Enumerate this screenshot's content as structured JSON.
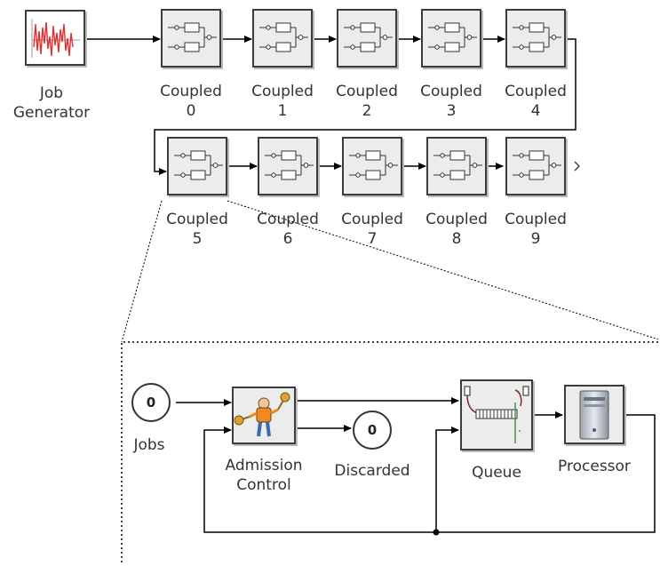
{
  "generator": {
    "label_line1": "Job",
    "label_line2": "Generator"
  },
  "coupled_blocks": [
    {
      "name": "Coupled",
      "index": "0"
    },
    {
      "name": "Coupled",
      "index": "1"
    },
    {
      "name": "Coupled",
      "index": "2"
    },
    {
      "name": "Coupled",
      "index": "3"
    },
    {
      "name": "Coupled",
      "index": "4"
    },
    {
      "name": "Coupled",
      "index": "5"
    },
    {
      "name": "Coupled",
      "index": "6"
    },
    {
      "name": "Coupled",
      "index": "7"
    },
    {
      "name": "Coupled",
      "index": "8"
    },
    {
      "name": "Coupled",
      "index": "9"
    }
  ],
  "detail": {
    "jobs_display": {
      "value": "0",
      "label": "Jobs"
    },
    "admission": {
      "label_line1": "Admission",
      "label_line2": "Control"
    },
    "discarded_display": {
      "value": "0",
      "label": "Discarded"
    },
    "queue": {
      "label": "Queue"
    },
    "processor": {
      "label": "Processor"
    }
  },
  "colors": {
    "block_fill": "#ececec",
    "block_border": "#3c3c3c",
    "signal_red": "#e03030",
    "wire": "#000000"
  }
}
